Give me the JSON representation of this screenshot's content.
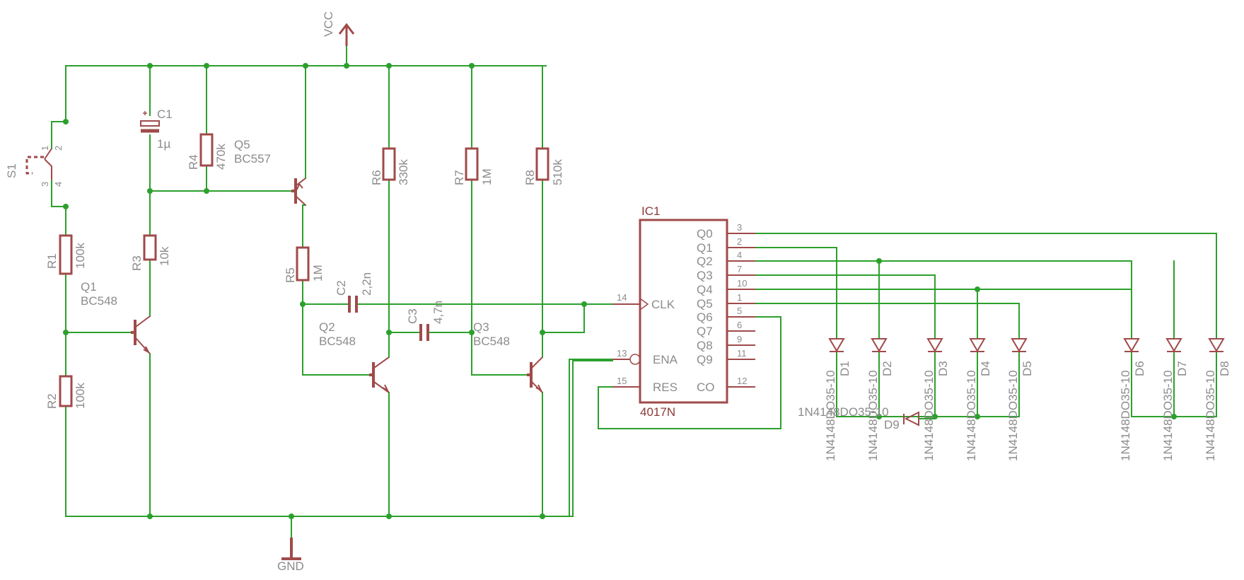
{
  "title": "",
  "colors": {
    "wire": "#2ca02c",
    "part": "#a04a4a",
    "junction": "#2ca02c",
    "text": "#8c8c8c"
  },
  "power": {
    "vcc": "VCC",
    "gnd": "GND"
  },
  "switch": {
    "ref": "S1",
    "pins": [
      "1",
      "2",
      "3",
      "4"
    ]
  },
  "resistors": [
    {
      "ref": "R1",
      "value": "100k"
    },
    {
      "ref": "R2",
      "value": "100k"
    },
    {
      "ref": "R3",
      "value": "10k"
    },
    {
      "ref": "R4",
      "value": "470k"
    },
    {
      "ref": "R5",
      "value": "1M"
    },
    {
      "ref": "R6",
      "value": "330k"
    },
    {
      "ref": "R7",
      "value": "1M"
    },
    {
      "ref": "R8",
      "value": "510k"
    }
  ],
  "capacitors": [
    {
      "ref": "C1",
      "value": "1µ"
    },
    {
      "ref": "C2",
      "value": "2,2n"
    },
    {
      "ref": "C3",
      "value": "4,7n"
    }
  ],
  "transistors": [
    {
      "ref": "Q1",
      "value": "BC548"
    },
    {
      "ref": "Q2",
      "value": "BC548"
    },
    {
      "ref": "Q3",
      "value": "BC548"
    },
    {
      "ref": "Q5",
      "value": "BC557"
    }
  ],
  "ic": {
    "ref": "IC1",
    "value": "4017N",
    "left_pins": [
      {
        "num": "14",
        "name": "CLK"
      },
      {
        "num": "13",
        "name": "ENA"
      },
      {
        "num": "15",
        "name": "RES"
      }
    ],
    "right_pins": [
      {
        "num": "3",
        "name": "Q0"
      },
      {
        "num": "2",
        "name": "Q1"
      },
      {
        "num": "4",
        "name": "Q2"
      },
      {
        "num": "7",
        "name": "Q3"
      },
      {
        "num": "10",
        "name": "Q4"
      },
      {
        "num": "1",
        "name": "Q5"
      },
      {
        "num": "5",
        "name": "Q6"
      },
      {
        "num": "6",
        "name": "Q7"
      },
      {
        "num": "9",
        "name": "Q8"
      },
      {
        "num": "11",
        "name": "Q9"
      },
      {
        "num": "12",
        "name": "CO"
      }
    ]
  },
  "diodes": [
    {
      "ref": "D1",
      "value": "1N4148DO35-10"
    },
    {
      "ref": "D2",
      "value": "1N4148DO35-10"
    },
    {
      "ref": "D3",
      "value": "1N4148DO35-10"
    },
    {
      "ref": "D4",
      "value": "1N4148DO35-10"
    },
    {
      "ref": "D5",
      "value": "1N4148DO35-10"
    },
    {
      "ref": "D6",
      "value": "1N4148DO35-10"
    },
    {
      "ref": "D7",
      "value": "1N4148DO35-10"
    },
    {
      "ref": "D8",
      "value": "1N4148DO35-10"
    },
    {
      "ref": "D9",
      "value": "1N4148DO35-10"
    }
  ]
}
